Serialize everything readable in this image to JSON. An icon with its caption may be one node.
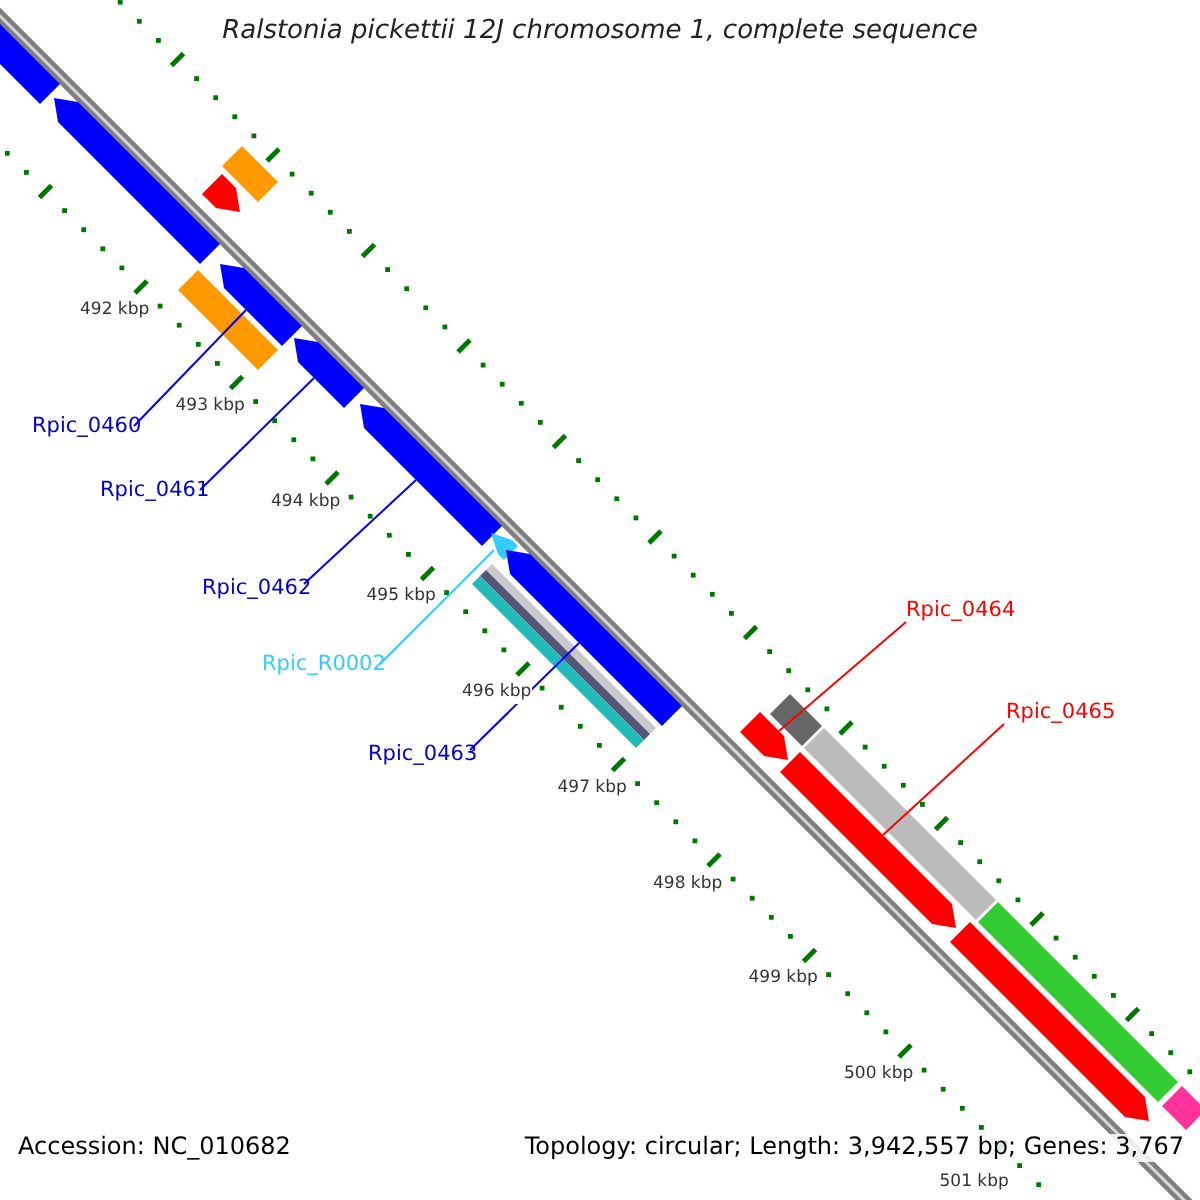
{
  "diagram": {
    "title": "Ralstonia pickettii 12J chromosome 1, complete sequence",
    "nodes": [
      {
        "text": [
          "Rpic_0460"
        ]
      },
      {
        "text": [],
        "shape": "arrow"
      },
      {
        "text": [
          "Rpic_0461"
        ]
      },
      {
        "text": [],
        "shape": "arrow"
      },
      {
        "text": [
          "Rpic_0462"
        ]
      },
      {
        "text": [],
        "shape": "arrow"
      },
      {
        "text": [
          "Rpic_R0002"
        ]
      },
      {
        "text": [],
        "shape": "arrow"
      },
      {
        "text": [
          "Rpic_0463"
        ]
      },
      {
        "text": [],
        "shape": "arrow"
      },
      {
        "text": [
          "Rpic_0464"
        ]
      },
      {
        "text": [],
        "shape": "arrow"
      },
      {
        "text": [
          "Rpic_0465"
        ]
      },
      {
        "text": [],
        "shape": "arrow"
      },
      {
        "text": [],
        "shape": "arrow"
      },
      {
        "text": [],
        "shape": "arrow"
      },
      {
        "text": [],
        "shape": "bar"
      },
      {
        "text": [],
        "shape": "bar"
      },
      {
        "text": [],
        "shape": "arrow"
      },
      {
        "text": [],
        "shape": "bar"
      },
      {
        "text": [],
        "shape": "bar"
      },
      {
        "text": [],
        "shape": "bar"
      },
      {
        "text": [],
        "shape": "bar"
      },
      {
        "text": [],
        "shape": "arrow"
      },
      {
        "text": [],
        "shape": "bar"
      },
      {
        "text": [],
        "shape": "bar"
      },
      {
        "text": [],
        "shape": "bar"
      }
    ],
    "edges": [
      {
        "from": 0,
        "to": 1,
        "arrow": "none"
      },
      {
        "from": 2,
        "to": 3,
        "arrow": "none"
      },
      {
        "from": 4,
        "to": 5,
        "arrow": "none"
      },
      {
        "from": 6,
        "to": 7,
        "arrow": "none",
        "color": "#33ccff"
      },
      {
        "from": 8,
        "to": 9,
        "arrow": "none"
      },
      {
        "from": 10,
        "to": 11,
        "arrow": "none",
        "color": "#ff0000"
      },
      {
        "from": 12,
        "to": 13,
        "arrow": "none",
        "color": "#ff0000"
      }
    ],
    "labels": [
      "492 kbp",
      "493 kbp",
      "494 kbp",
      "495 kbp",
      "496 kbp",
      "497 kbp",
      "498 kbp",
      "499 kbp",
      "500 kbp",
      "501 kbp",
      "Accession: NC_010682",
      "Topology: circular; Length: 3,942,557 bp; Genes: 3,767"
    ]
  }
}
